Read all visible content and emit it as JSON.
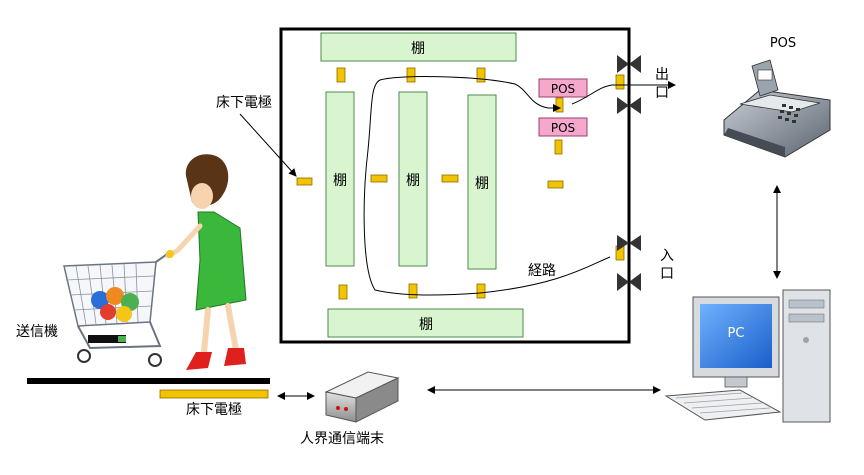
{
  "labels": {
    "shelf": "棚",
    "pos_box": "POS",
    "exit": "出口",
    "entrance": "入口",
    "route": "経路",
    "floor_electrode_top": "床下電極",
    "floor_electrode_bottom": "床下電極",
    "transmitter": "送信機",
    "terminal": "人界通信端末",
    "pos_register": "POS",
    "pc": "PC"
  },
  "colors": {
    "shelf_fill": "#d8f5d0",
    "shelf_stroke": "#4c8a4c",
    "electrode_fill": "#f2c300",
    "electrode_stroke": "#8a6d00",
    "pos_fill": "#f4a8cc",
    "pos_stroke": "#a03c70",
    "dress": "#3bb83b",
    "shoes": "#e0201c",
    "pc_screen": "#2a7de1",
    "floor_line": "#000000"
  }
}
